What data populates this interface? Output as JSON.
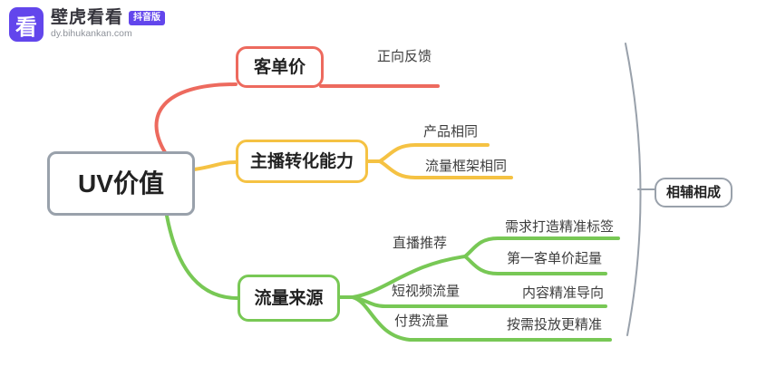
{
  "header": {
    "logo_glyph": "看",
    "brand": "壁虎看看",
    "badge": "抖音版",
    "url": "dy.bihukankan.com"
  },
  "mindmap": {
    "root": "UV价值",
    "branches": [
      {
        "label": "客单价",
        "leaves": [
          "正向反馈"
        ]
      },
      {
        "label": "主播转化能力",
        "leaves": [
          "产品相同",
          "流量框架相同"
        ]
      },
      {
        "label": "流量来源",
        "groups": [
          {
            "label": "直播推荐",
            "leaves": [
              "需求打造精准标签",
              "第一客单价起量"
            ]
          },
          {
            "label": "短视频流量",
            "leaves": [
              "内容精准导向"
            ]
          },
          {
            "label": "付费流量",
            "leaves": [
              "按需投放更精准"
            ]
          }
        ]
      }
    ],
    "summary": "相辅相成"
  },
  "colors": {
    "branch_price_red": "#ed6a5e",
    "branch_host_yellow": "#f5c243",
    "branch_traffic_green": "#78c855",
    "node_border_gray": "#99a1ab",
    "brand_purple": "#6246ec"
  }
}
